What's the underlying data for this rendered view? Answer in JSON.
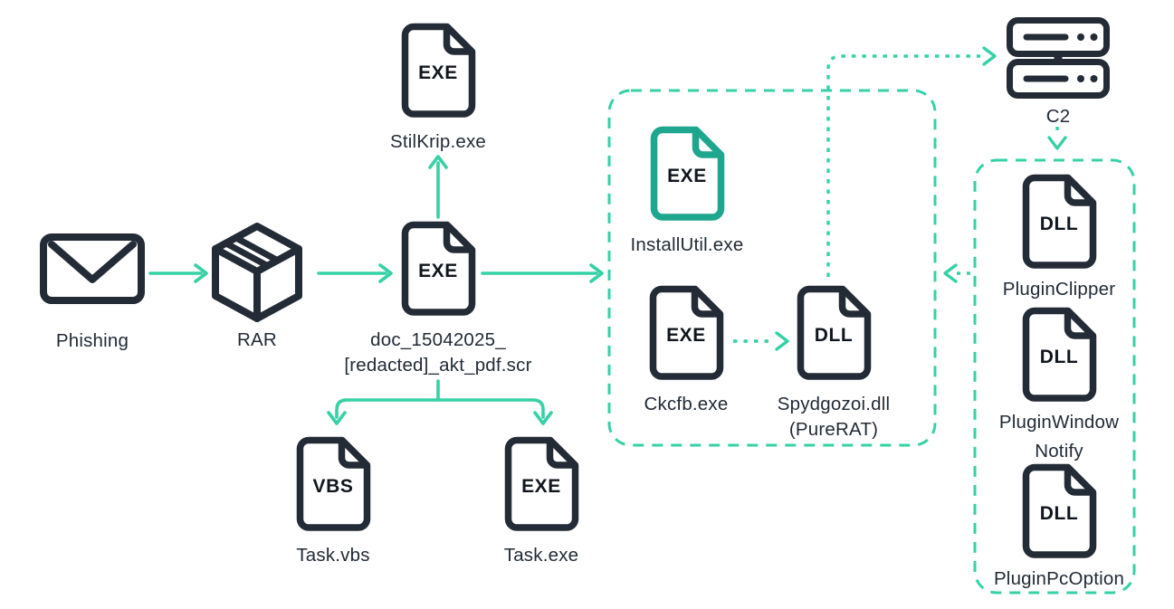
{
  "colors": {
    "accent_teal": "#36d1a6",
    "icon_dark": "#232b36",
    "installutil_green": "#1fa68e",
    "label_text": "#222b36",
    "badge_text": "#10161d",
    "background": "#ffffff"
  },
  "nodes": {
    "phishing": {
      "label": "Phishing",
      "icon": "envelope-icon"
    },
    "rar": {
      "label": "RAR",
      "icon": "package-icon"
    },
    "dropper": {
      "badge": "EXE",
      "label1": "doc_15042025_",
      "label2": "[redacted]_akt_pdf.scr",
      "icon": "file-icon"
    },
    "stilkrip": {
      "badge": "EXE",
      "label": "StilKrip.exe",
      "icon": "file-icon"
    },
    "installutil": {
      "badge": "EXE",
      "label": "InstallUtil.exe",
      "icon": "file-icon-green"
    },
    "ckcfb": {
      "badge": "EXE",
      "label": "Ckcfb.exe",
      "icon": "file-icon"
    },
    "spydgozoi": {
      "badge": "DLL",
      "label1": "Spydgozoi.dll",
      "label2": "(PureRAT)",
      "icon": "file-icon"
    },
    "c2": {
      "label": "C2",
      "icon": "server-icon"
    },
    "pluginclipper": {
      "badge": "DLL",
      "label": "PluginClipper",
      "icon": "file-icon"
    },
    "pluginwindownotify": {
      "badge": "DLL",
      "label1": "PluginWindow",
      "label2": "Notify",
      "icon": "file-icon"
    },
    "pluginpcoption": {
      "badge": "DLL",
      "label": "PluginPcOption",
      "icon": "file-icon"
    },
    "taskvbs": {
      "badge": "VBS",
      "label": "Task.vbs",
      "icon": "file-icon"
    },
    "taskexe": {
      "badge": "EXE",
      "label": "Task.exe",
      "icon": "file-icon"
    }
  },
  "edges": [
    {
      "from": "phishing",
      "to": "rar",
      "style": "solid-arrow"
    },
    {
      "from": "rar",
      "to": "dropper",
      "style": "solid-arrow"
    },
    {
      "from": "dropper",
      "to": "stilkrip",
      "style": "solid-arrow"
    },
    {
      "from": "dropper",
      "to": "payload-group",
      "style": "solid-arrow"
    },
    {
      "from": "dropper",
      "to": "taskvbs",
      "style": "solid-arrow-branch"
    },
    {
      "from": "dropper",
      "to": "taskexe",
      "style": "solid-arrow-branch"
    },
    {
      "from": "ckcfb",
      "to": "spydgozoi",
      "style": "dotted-arrow"
    },
    {
      "from": "payload-group",
      "to": "c2",
      "style": "dotted-arrow"
    },
    {
      "from": "c2",
      "to": "plugin-group",
      "style": "dotted-arrow"
    },
    {
      "from": "plugin-group",
      "to": "payload-group",
      "style": "dotted-arrow"
    }
  ],
  "groups": [
    {
      "id": "payload-group",
      "members": [
        "installutil",
        "ckcfb",
        "spydgozoi"
      ],
      "style": "dashed-box"
    },
    {
      "id": "plugin-group",
      "members": [
        "pluginclipper",
        "pluginwindownotify",
        "pluginpcoption"
      ],
      "style": "dashed-box"
    }
  ]
}
